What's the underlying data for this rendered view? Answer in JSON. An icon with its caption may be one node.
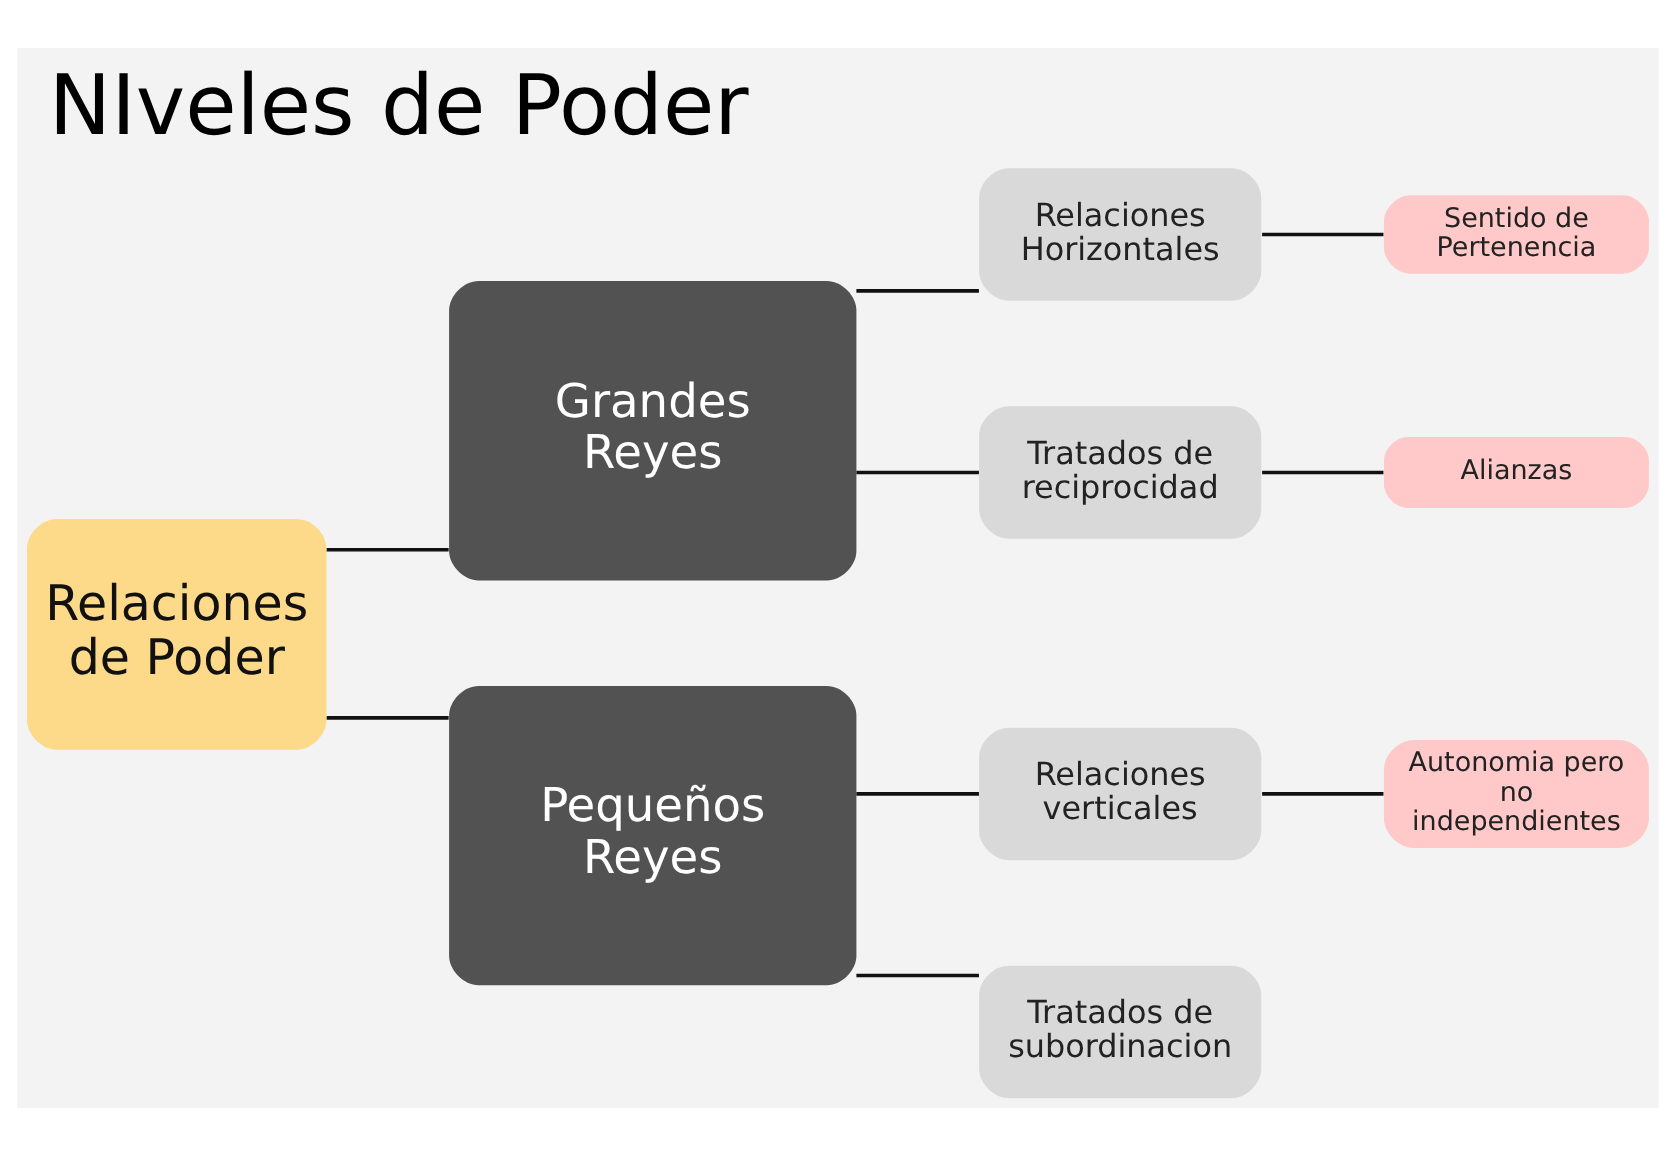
{
  "diagram": {
    "title": "NIveles de Poder",
    "nodes": [
      {
        "text": [
          "Relaciones de Poder"
        ]
      },
      {
        "text": [
          "Grandes Reyes"
        ]
      },
      {
        "text": [
          "Pequeños Reyes"
        ]
      },
      {
        "text": [
          "Relaciones Horizontales"
        ]
      },
      {
        "text": [
          "Tratados de reciprocidad"
        ]
      },
      {
        "text": [
          "Relaciones verticales"
        ]
      },
      {
        "text": [
          "Tratados de subordinacion"
        ]
      },
      {
        "text": [
          "Sentido de Pertenencia"
        ]
      },
      {
        "text": [
          "Alianzas"
        ]
      },
      {
        "text": [
          "Autonomia pero no independientes"
        ]
      }
    ],
    "edges": [
      {
        "from": 0,
        "to": 1,
        "arrow": "none"
      },
      {
        "from": 0,
        "to": 2,
        "arrow": "none"
      },
      {
        "from": 1,
        "to": 3,
        "arrow": "none"
      },
      {
        "from": 1,
        "to": 4,
        "arrow": "none"
      },
      {
        "from": 2,
        "to": 5,
        "arrow": "none"
      },
      {
        "from": 2,
        "to": 6,
        "arrow": "none"
      },
      {
        "from": 3,
        "to": 7,
        "arrow": "none"
      },
      {
        "from": 4,
        "to": 8,
        "arrow": "none"
      },
      {
        "from": 5,
        "to": 9,
        "arrow": "none"
      }
    ]
  }
}
